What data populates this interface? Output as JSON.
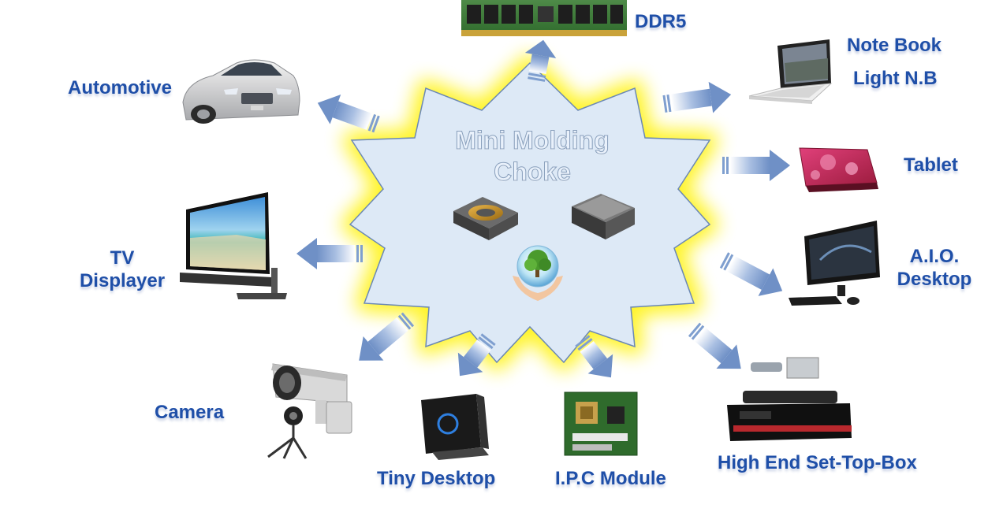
{
  "center": {
    "line1": "Mini Molding",
    "line2": "Choke"
  },
  "labels": {
    "ddr5": "DDR5",
    "notebook": "Note Book",
    "light_nb": "Light N.B",
    "tablet": "Tablet",
    "aio_line1": "A.I.O.",
    "aio_line2": "Desktop",
    "stb": "High End Set-Top-Box",
    "ipc": "I.P.C Module",
    "tiny": "Tiny Desktop",
    "camera": "Camera",
    "tv_line1": "TV",
    "tv_line2": "Displayer",
    "automotive": "Automotive"
  },
  "colors": {
    "label": "#1f4fa8",
    "star_fill": "#dde9f6",
    "star_stroke": "#6b88b5",
    "glow": "#fff200",
    "arrow": "#7f9fcf"
  },
  "icons": [
    "ddr5-memory-icon",
    "car-icon",
    "laptop-icon",
    "tablet-icon",
    "tv-icon",
    "all-in-one-desktop-icon",
    "security-camera-icon",
    "mini-pc-icon",
    "ipc-module-icon",
    "set-top-box-icon",
    "choke-component-icon",
    "hands-tree-globe-icon"
  ]
}
